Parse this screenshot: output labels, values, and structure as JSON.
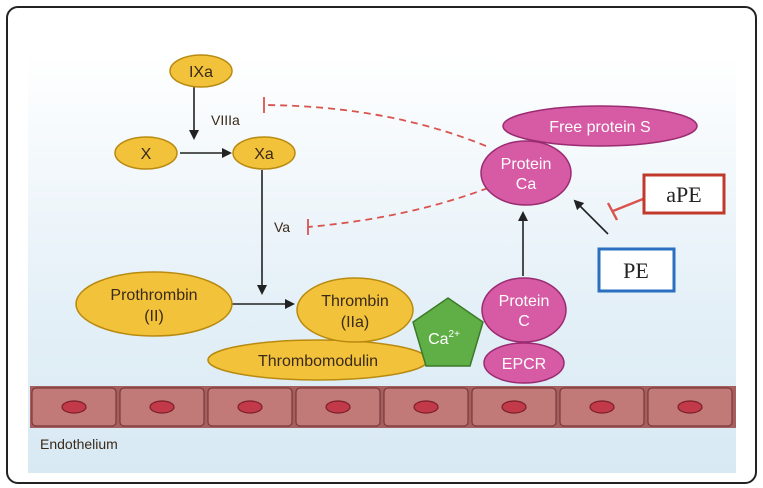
{
  "diagram": {
    "nodes": {
      "ixa": "IXa",
      "viiia": "VIIIa",
      "x": "X",
      "xa": "Xa",
      "va": "Va",
      "prothrombin_line1": "Prothrombin",
      "prothrombin_line2": "(II)",
      "thrombin_line1": "Thrombin",
      "thrombin_line2": "(IIa)",
      "ca": "Ca",
      "ca_sup": "2+",
      "thrombomodulin": "Thrombomodulin",
      "free_protein_s": "Free protein S",
      "protein_ca_line1": "Protein",
      "protein_ca_line2": "Ca",
      "protein_c_line1": "Protein",
      "protein_c_line2": "C",
      "epcr": "EPCR",
      "ape": "aPE",
      "pe": "PE",
      "endothelium": "Endothelium"
    },
    "colors": {
      "factor_fill": "#f2c23a",
      "factor_stroke": "#b88a10",
      "protein_c_fill": "#d65aa4",
      "protein_c_stroke": "#9a2c72",
      "calcium_fill": "#5fae46",
      "cell_fill": "#b86a6a",
      "nucleus_fill": "#c23a4a",
      "inhibition_line": "#d9534f",
      "ape_border": "#c0392b",
      "pe_border": "#2a6fc0",
      "background_tint": "#e6f1f8"
    },
    "icons": [
      "inhibition-arrow",
      "activation-arrow",
      "cell-nucleus"
    ]
  }
}
